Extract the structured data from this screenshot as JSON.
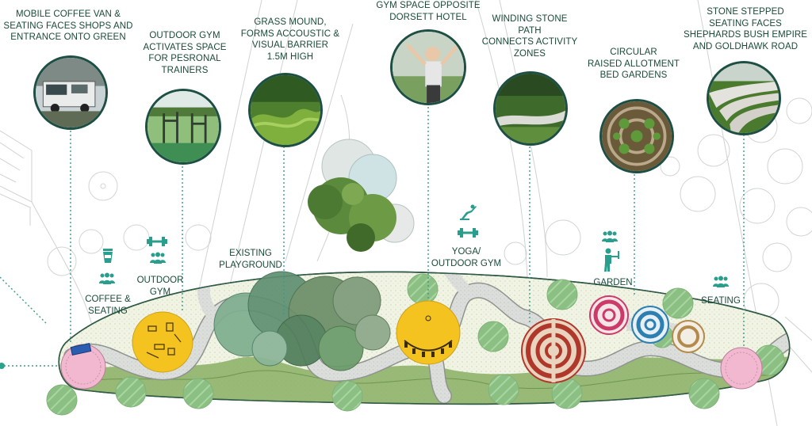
{
  "callouts": [
    {
      "id": "coffee-van",
      "text": "MOBILE COFFEE VAN &\nSEATING FACES SHOPS AND\nENTRANCE ONTO GREEN"
    },
    {
      "id": "outdoor-gym-callout",
      "text": "OUTDOOR GYM\nACTIVATES SPACE\nFOR PESRONAL\nTRAINERS"
    },
    {
      "id": "grass-mound",
      "text": "GRASS MOUND,\nFORMS ACCOUSTIC &\nVISUAL BARRIER\n1.5M HIGH"
    },
    {
      "id": "gym-space",
      "text": "GYM SPACE OPPOSITE\nDORSETT HOTEL"
    },
    {
      "id": "stone-path",
      "text": "WINDING STONE\nPATH\nCONNECTS ACTIVITY\nZONES"
    },
    {
      "id": "allotment",
      "text": "CIRCULAR\nRAISED ALLOTMENT\nBED GARDENS"
    },
    {
      "id": "stone-steps",
      "text": "STONE STEPPED\nSEATING FACES\nSHEPHARDS BUSH EMPIRE\nAND GOLDHAWK ROAD"
    }
  ],
  "zones": {
    "coffee": "COFFEE &\nSEATING",
    "gym": "OUTDOOR\nGYM",
    "playground": "EXISTING\nPLAYGROUND",
    "yoga": "YOGA/\nOUTDOOR GYM",
    "garden": "GARDEN",
    "seating": "SEATING"
  },
  "icons": [
    "coffee-cup-icon",
    "people-group-icon",
    "dumbbell-icon",
    "yoga-pose-icon",
    "teacher-icon",
    "seating-people-icon"
  ],
  "colors": {
    "label": "#1a4a3c",
    "ring": "#1e4f44",
    "yellow": "#f5c320",
    "pink": "#f2b8cf",
    "path": "#d9dcd8",
    "grass": "#eef2de",
    "leader": "#3c9a8c"
  }
}
